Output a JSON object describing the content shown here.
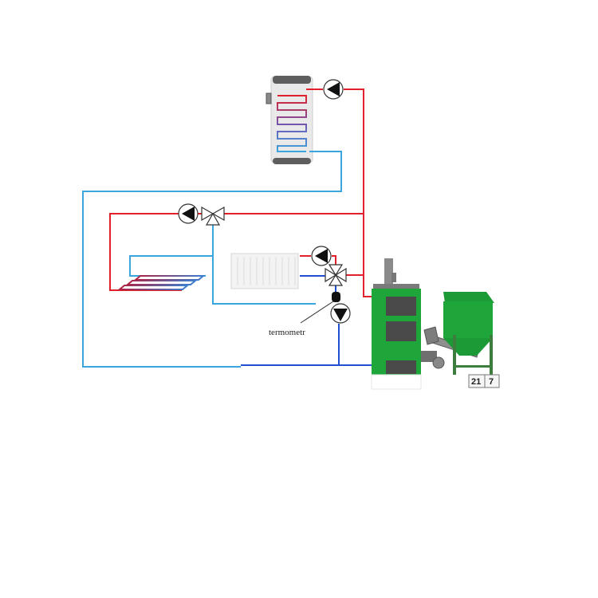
{
  "colors": {
    "hot": "#e0202a",
    "cold_light": "#3aa6dd",
    "cold_dark": "#1f4fd0",
    "boiler_green": "#1fa63a",
    "boiler_dark": "#555555",
    "tank_body": "#e9e9e9",
    "radiator": "#f3f3f3"
  },
  "labels": {
    "thermometer": "termometr",
    "box_left": "21",
    "box_right": "7"
  },
  "icons": {
    "pump": "pump-icon",
    "three_way_valve": "three-way-valve-icon",
    "four_way_valve": "four-way-valve-icon",
    "thermometer": "thermometer-icon"
  }
}
